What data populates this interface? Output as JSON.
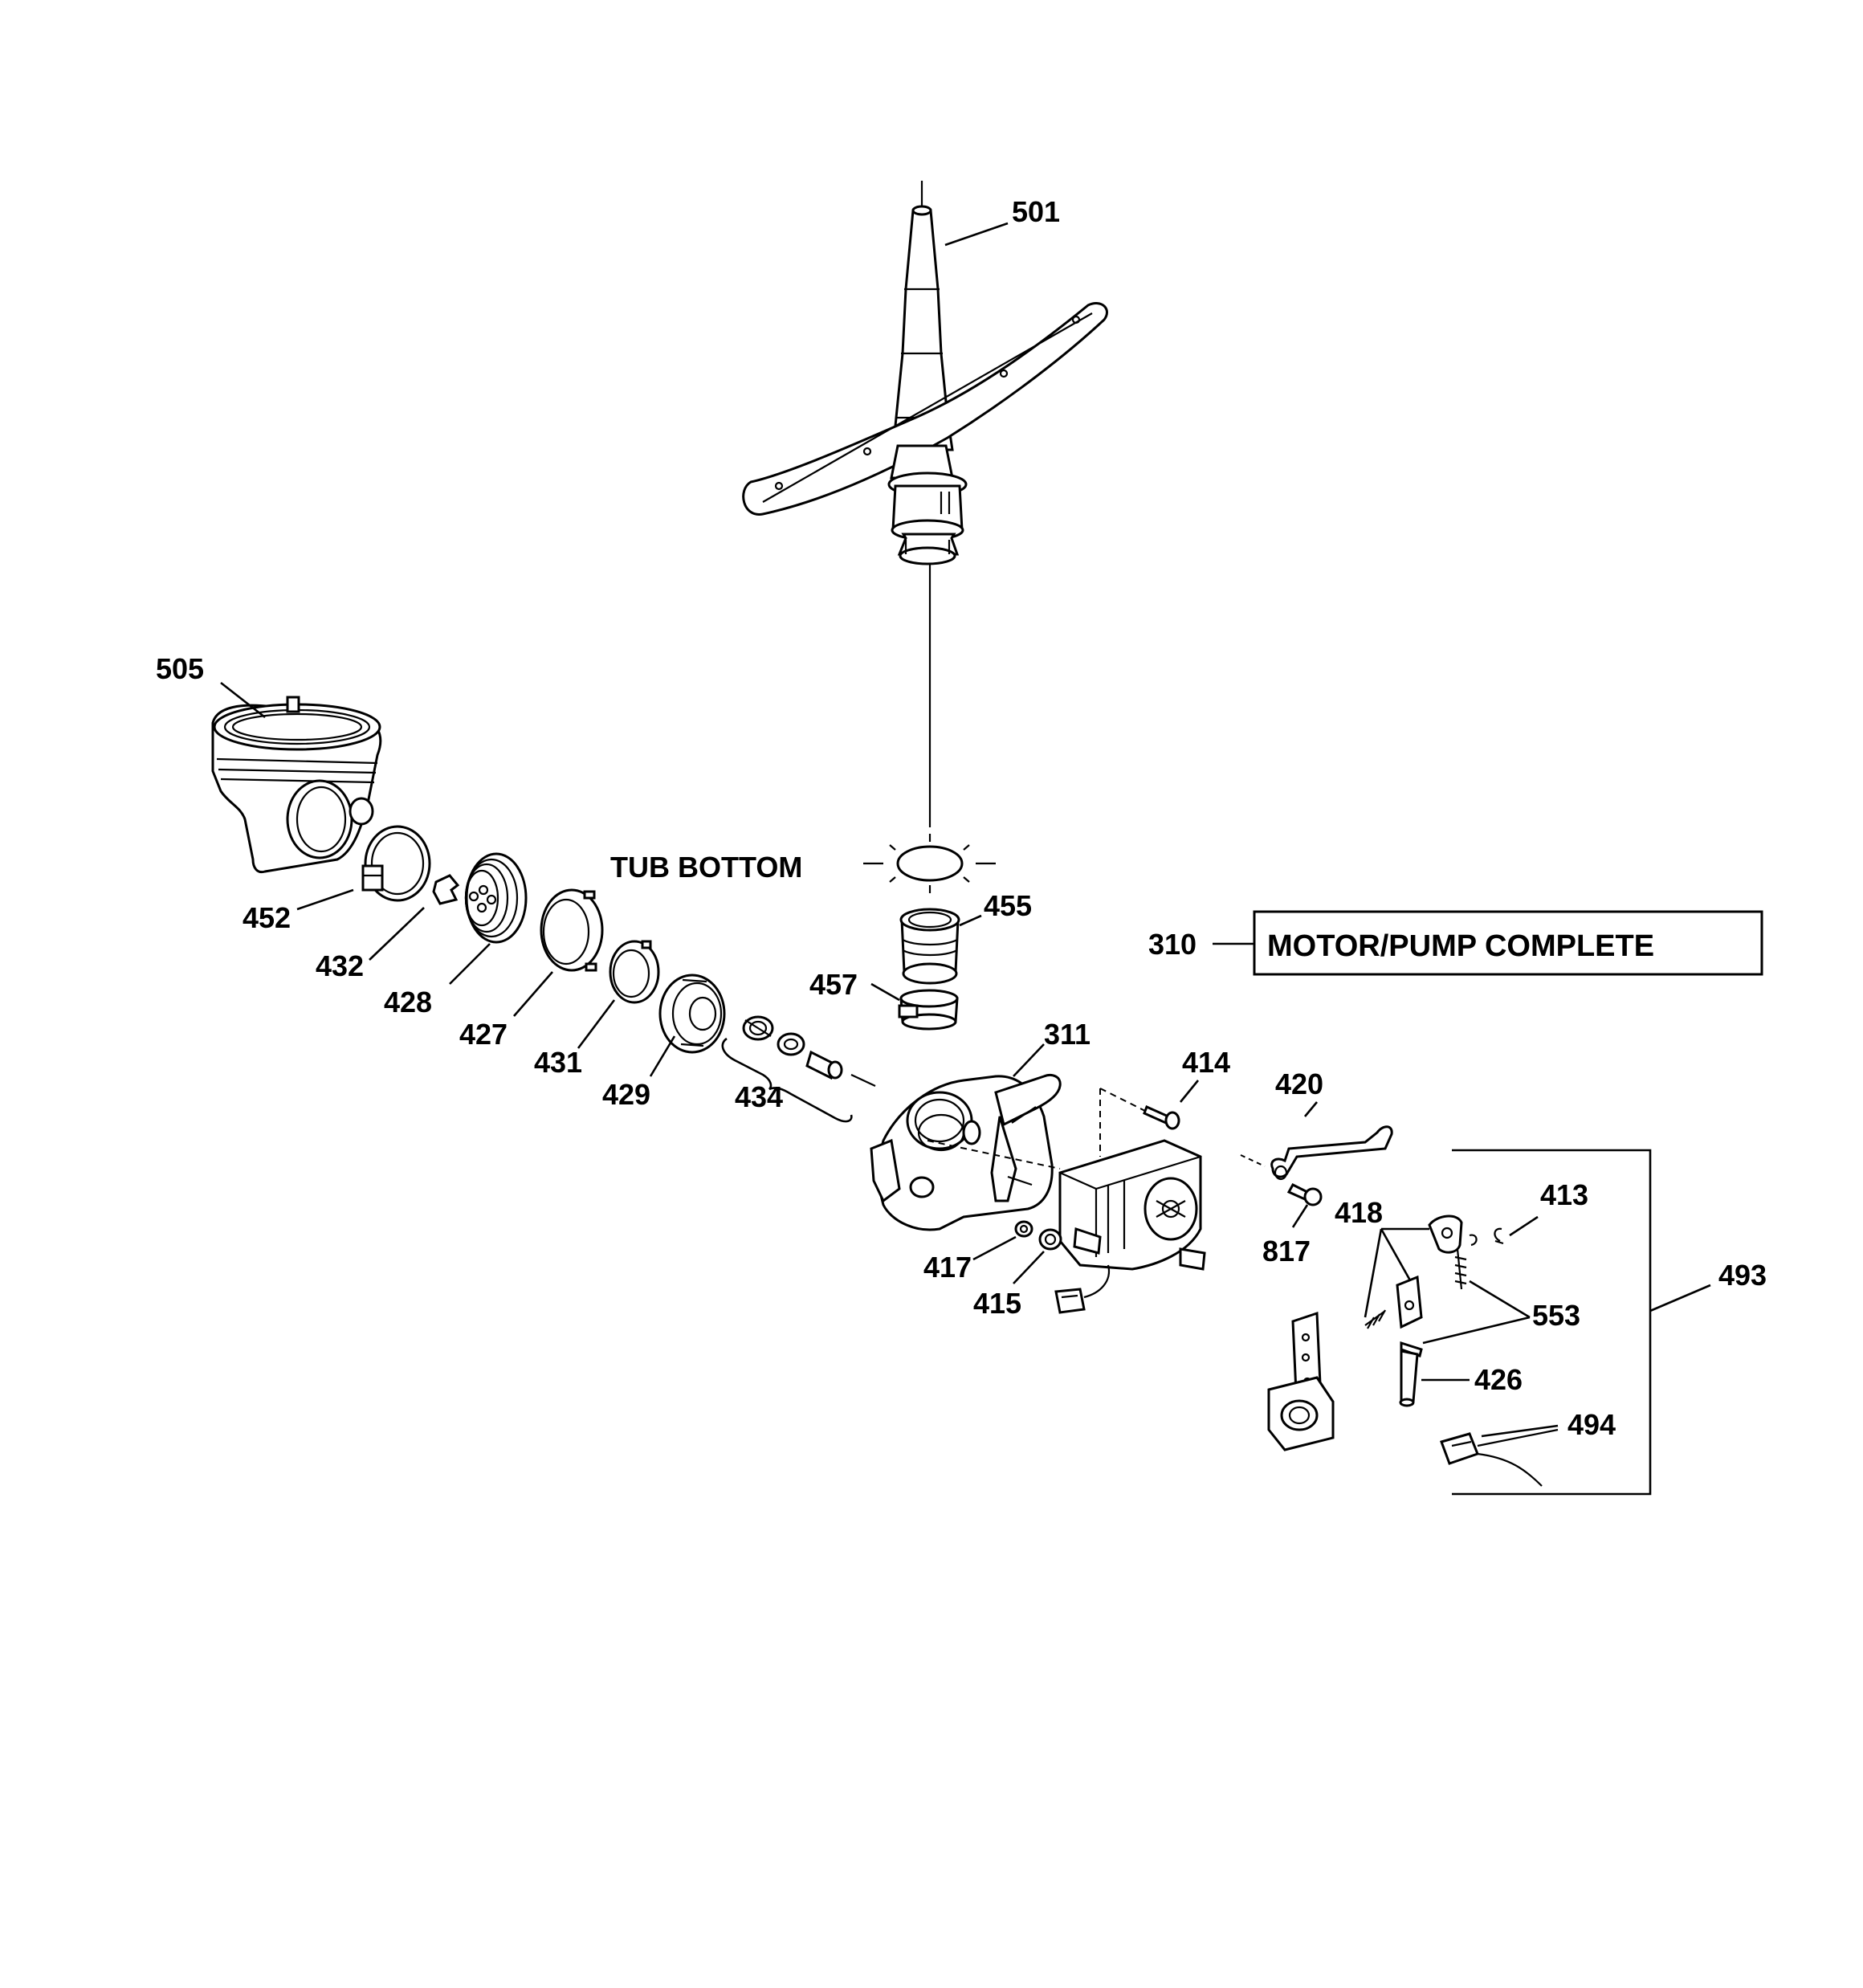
{
  "callouts": {
    "p501": "501",
    "p505": "505",
    "p452": "452",
    "p432": "432",
    "p428": "428",
    "p427": "427",
    "p431": "431",
    "p429": "429",
    "p434": "434",
    "tub_bottom": "TUB BOTTOM",
    "p455": "455",
    "p457": "457",
    "p310": "310",
    "motor_pump": "MOTOR/PUMP COMPLETE",
    "p311": "311",
    "p414": "414",
    "p420": "420",
    "p413": "413",
    "p418": "418",
    "p817": "817",
    "p417": "417",
    "p415": "415",
    "p553": "553",
    "p493": "493",
    "p426": "426",
    "p494": "494"
  }
}
